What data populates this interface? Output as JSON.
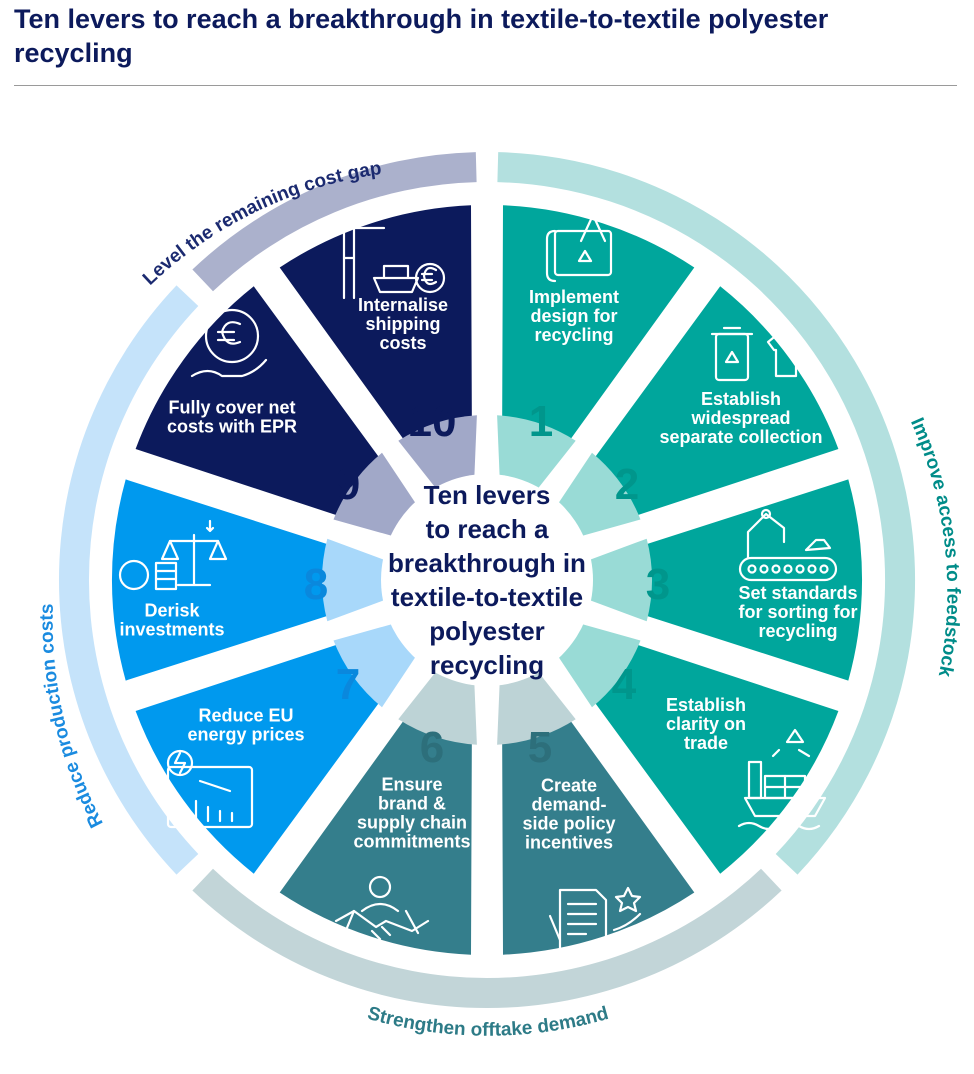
{
  "title": "Ten levers to reach a breakthrough in textile-to-textile polyester recycling",
  "center_lines": [
    "Ten levers",
    "to reach a",
    "breakthrough in",
    "textile-to-textile",
    "polyester",
    "recycling"
  ],
  "categories": [
    {
      "key": "feedstock",
      "label": "Improve access to feedstock",
      "ring_color": "#b3e0df",
      "text_color": "#008c89"
    },
    {
      "key": "offtake",
      "label": "Strengthen offtake demand",
      "ring_color": "#c2d5d8",
      "text_color": "#2d7b87"
    },
    {
      "key": "production",
      "label": "Reduce production costs",
      "ring_color": "#c5e3fa",
      "text_color": "#1a8be0"
    },
    {
      "key": "costgap",
      "label": "Level the remaining cost gap",
      "ring_color": "#abb1cc",
      "text_color": "#1b2a70"
    }
  ],
  "levers": [
    {
      "number": "1",
      "lines": [
        "Implement",
        "design for",
        "recycling"
      ],
      "color": "#00a69c",
      "tab": "#99dbd6",
      "numcolor": "#00968c",
      "icon": "design-blueprint-icon"
    },
    {
      "number": "2",
      "lines": [
        "Establish",
        "widespread",
        "separate collection"
      ],
      "color": "#00a69c",
      "tab": "#99dbd6",
      "numcolor": "#00968c",
      "icon": "collection-bin-icon"
    },
    {
      "number": "3",
      "lines": [
        "Set standards",
        "for sorting for",
        "recycling"
      ],
      "color": "#00a69c",
      "tab": "#99dbd6",
      "numcolor": "#00968c",
      "icon": "sorting-robot-icon"
    },
    {
      "number": "4",
      "lines": [
        "Establish",
        "clarity on",
        "trade"
      ],
      "color": "#00a69c",
      "tab": "#99dbd6",
      "numcolor": "#00968c",
      "icon": "cargo-ship-icon"
    },
    {
      "number": "5",
      "lines": [
        "Create",
        "demand-",
        "side policy",
        "incentives"
      ],
      "color": "#347e8c",
      "tab": "#bdd3d6",
      "numcolor": "#2d6f7b",
      "icon": "policy-document-icon"
    },
    {
      "number": "6",
      "lines": [
        "Ensure",
        "brand &",
        "supply chain",
        "commitments"
      ],
      "color": "#347e8c",
      "tab": "#bdd3d6",
      "numcolor": "#2d6f7b",
      "icon": "handshake-icon"
    },
    {
      "number": "7",
      "lines": [
        "Reduce EU",
        "energy prices"
      ],
      "color": "#0099ee",
      "tab": "#a8d8fa",
      "numcolor": "#0a88dd",
      "icon": "energy-chart-icon"
    },
    {
      "number": "8",
      "lines": [
        "Derisk",
        "investments"
      ],
      "color": "#0099ee",
      "tab": "#a8d8fa",
      "numcolor": "#0a88dd",
      "icon": "coins-scale-icon"
    },
    {
      "number": "9",
      "lines": [
        "Fully cover net",
        "costs with EPR"
      ],
      "color": "#0c1a5c",
      "tab": "#a1a8c8",
      "numcolor": "#0c1a5c",
      "icon": "euro-hand-icon"
    },
    {
      "number": "10",
      "lines": [
        "Internalise",
        "shipping",
        "costs"
      ],
      "color": "#0c1a5c",
      "tab": "#a1a8c8",
      "numcolor": "#0c1a5c",
      "icon": "port-crane-icon"
    }
  ]
}
